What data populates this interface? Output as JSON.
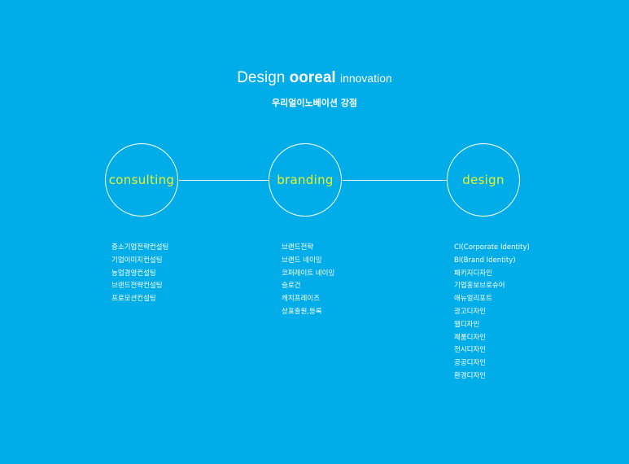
{
  "header": {
    "title_part1": "Design",
    "title_part2": "ooreal",
    "title_part3": "innovation",
    "subtitle": "우리얼이노베이션 강점"
  },
  "colors": {
    "background": "#00ade9",
    "circle_label": "#e9f22a",
    "line": "#ffffff",
    "text": "#ffffff"
  },
  "circles": [
    {
      "label": "consulting"
    },
    {
      "label": "branding"
    },
    {
      "label": "design"
    }
  ],
  "lists": {
    "consulting": [
      "중소기업전략컨설팅",
      "기업이미지컨설팅",
      "농업경영컨설팅",
      "브랜드전략컨설팅",
      "프로모션컨설팅"
    ],
    "branding": [
      "브랜드전략",
      "브랜드 네이밍",
      "코퍼레이트 네이밍",
      "슬로건",
      "캐치프레이즈",
      "상표출원,등록"
    ],
    "design": [
      "CI(Corporate Identity)",
      "BI(Brand Identity)",
      "패키지디자인",
      "기업홍보브로슈어",
      "애뉴얼리포트",
      "광고디자인",
      "웹디자인",
      "제품디자인",
      "전시디자인",
      "공공디자인",
      "환경디자인"
    ]
  }
}
